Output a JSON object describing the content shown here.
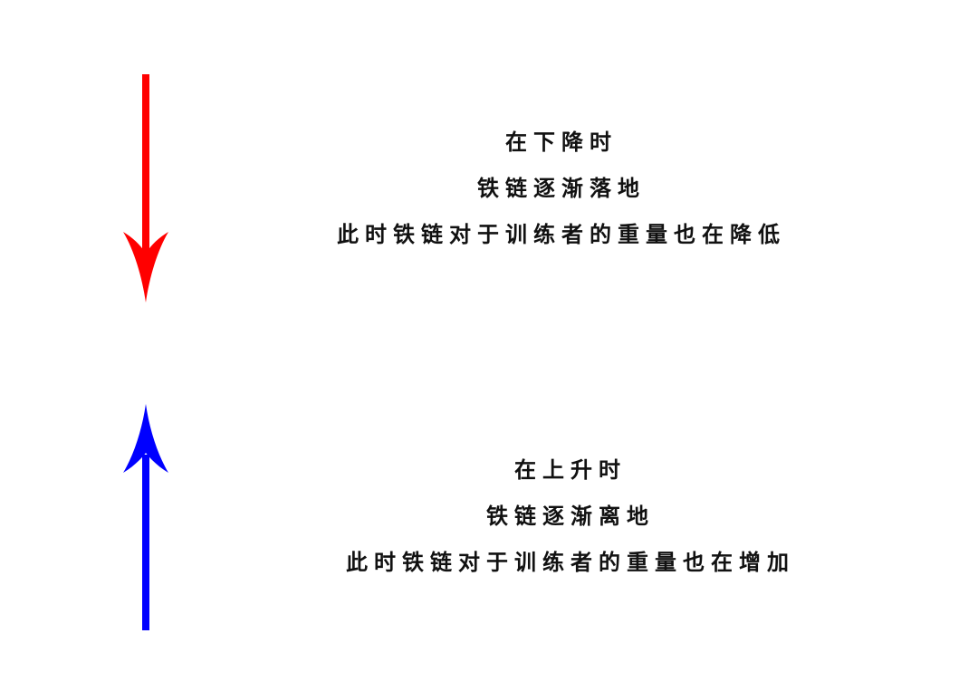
{
  "descending": {
    "arrow_color": "#ff0000",
    "lines": [
      "在下降时",
      "铁链逐渐落地",
      "此时铁链对于训练者的重量也在降低"
    ]
  },
  "ascending": {
    "arrow_color": "#0000ff",
    "lines": [
      "在上升时",
      "铁链逐渐离地",
      "此时铁链对于训练者的重量也在增加"
    ]
  }
}
